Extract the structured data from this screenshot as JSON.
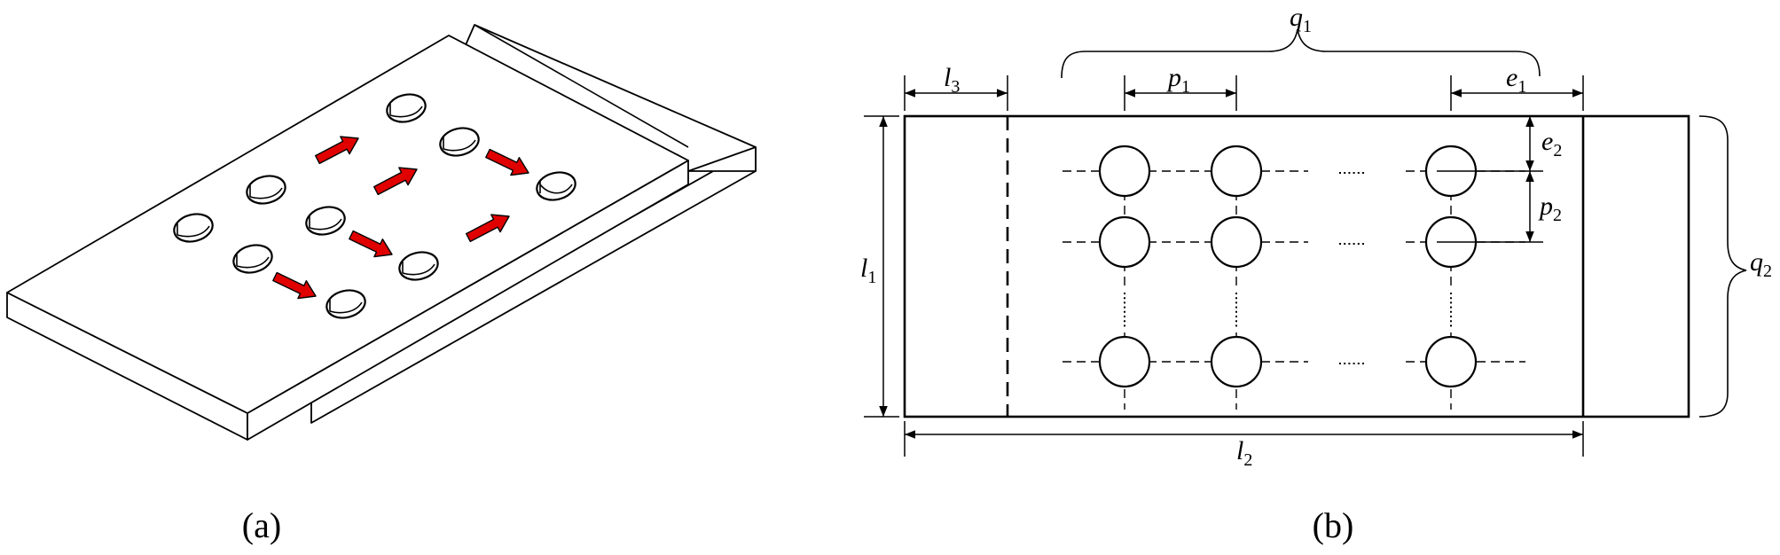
{
  "panel_a": {
    "caption": "(a)",
    "arrow_color": "#e00000"
  },
  "panel_b": {
    "caption": "(b)",
    "labels": {
      "q1": {
        "var": "q",
        "sub": "1"
      },
      "q2": {
        "var": "q",
        "sub": "2"
      },
      "l1": {
        "var": "l",
        "sub": "1"
      },
      "l2": {
        "var": "l",
        "sub": "2"
      },
      "l3": {
        "var": "l",
        "sub": "3"
      },
      "p1": {
        "var": "p",
        "sub": "1"
      },
      "p2": {
        "var": "p",
        "sub": "2"
      },
      "e1": {
        "var": "e",
        "sub": "1"
      },
      "e2": {
        "var": "e",
        "sub": "2"
      }
    }
  }
}
